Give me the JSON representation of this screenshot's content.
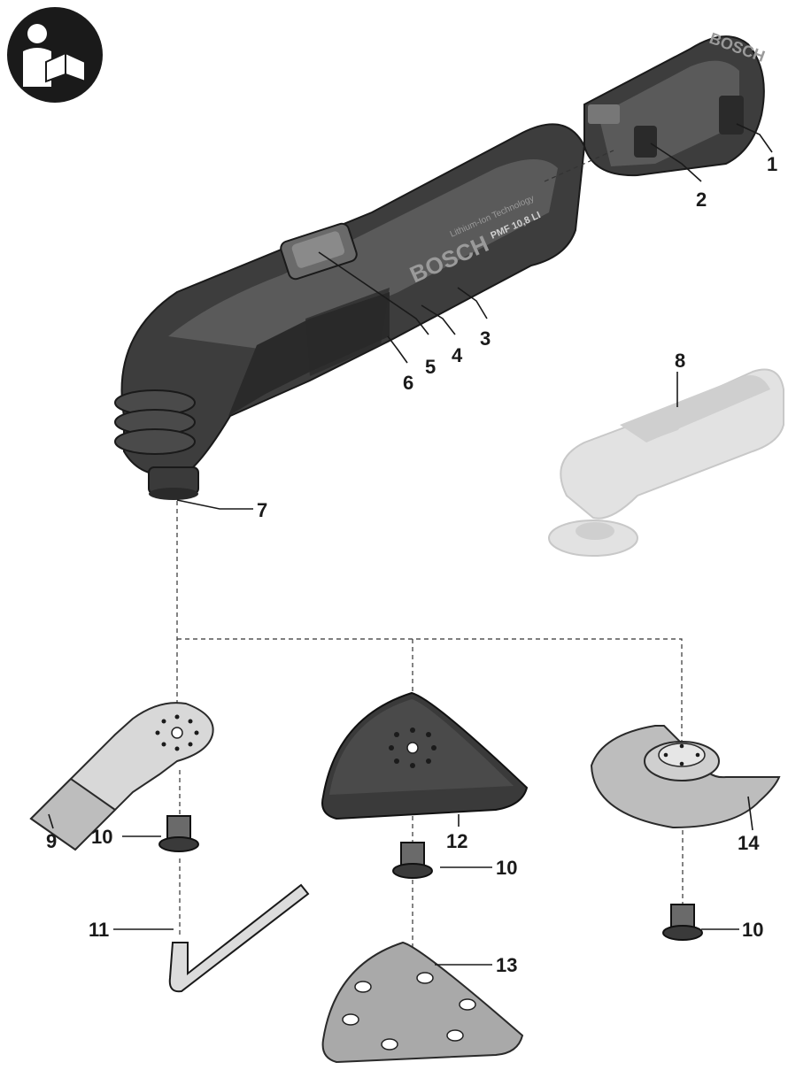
{
  "diagram": {
    "brand_logo": "BOSCH",
    "model_label": "PMF 10,8 LI",
    "tech_label": "Lithium-Ion Technology",
    "battery_label": "BOSCH",
    "manual_icon": "read-manual-icon",
    "callouts": [
      "1",
      "2",
      "3",
      "4",
      "5",
      "6",
      "7",
      "8",
      "9",
      "10",
      "10",
      "10",
      "11",
      "12",
      "13",
      "14"
    ]
  }
}
